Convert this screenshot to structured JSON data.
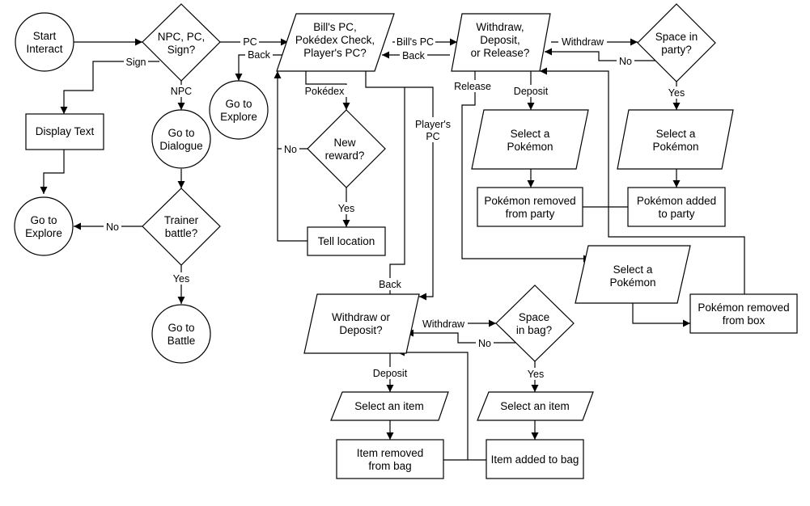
{
  "nodes": {
    "start": {
      "lines": [
        "Start",
        "Interact"
      ]
    },
    "npc_pc_sign": {
      "lines": [
        "NPC, PC,",
        "Sign?"
      ]
    },
    "go_explore_1": {
      "lines": [
        "Go to",
        "Explore"
      ]
    },
    "display_text": {
      "lines": [
        "Display Text"
      ]
    },
    "go_explore_2": {
      "lines": [
        "Go to",
        "Explore"
      ]
    },
    "go_dialogue": {
      "lines": [
        "Go to",
        "Dialogue"
      ]
    },
    "trainer_battle": {
      "lines": [
        "Trainer",
        "battle?"
      ]
    },
    "go_battle": {
      "lines": [
        "Go to",
        "Battle"
      ]
    },
    "pc_choice": {
      "lines": [
        "Bill's PC,",
        "Pokédex Check,",
        "Player's PC?"
      ]
    },
    "new_reward": {
      "lines": [
        "New",
        "reward?"
      ]
    },
    "tell_location": {
      "lines": [
        "Tell location"
      ]
    },
    "wdr": {
      "lines": [
        "Withdraw,",
        "Deposit,",
        "or Release?"
      ]
    },
    "space_party": {
      "lines": [
        "Space in",
        "party?"
      ]
    },
    "select_pokemon_deposit": {
      "lines": [
        "Select a",
        "Pokémon"
      ]
    },
    "pokemon_removed_party": {
      "lines": [
        "Pokémon removed",
        "from party"
      ]
    },
    "select_pokemon_withdraw": {
      "lines": [
        "Select a",
        "Pokémon"
      ]
    },
    "pokemon_added_party": {
      "lines": [
        "Pokémon added",
        "to party"
      ]
    },
    "select_pokemon_release": {
      "lines": [
        "Select a",
        "Pokémon"
      ]
    },
    "pokemon_removed_box": {
      "lines": [
        "Pokémon removed",
        "from box"
      ]
    },
    "withdraw_deposit": {
      "lines": [
        "Withdraw or",
        "Deposit?"
      ]
    },
    "space_bag": {
      "lines": [
        "Space",
        "in bag?"
      ]
    },
    "select_item_deposit": {
      "lines": [
        "Select an item"
      ]
    },
    "item_removed_bag": {
      "lines": [
        "Item removed",
        "from bag"
      ]
    },
    "select_item_withdraw": {
      "lines": [
        "Select an item"
      ]
    },
    "item_added_bag": {
      "lines": [
        "Item added to bag"
      ]
    }
  },
  "edge_labels": {
    "pc": "PC",
    "sign": "Sign",
    "npc": "NPC",
    "back_to_explore": "Back",
    "no_trainer": "No",
    "yes_trainer": "Yes",
    "bills_pc": "Bill's PC",
    "back_from_wdr": "Back",
    "pokedex": "Pokédex",
    "no_reward": "No",
    "yes_reward": "Yes",
    "players_pc": [
      "Player's",
      "PC"
    ],
    "withdraw_party": "Withdraw",
    "no_party": "No",
    "yes_party": "Yes",
    "deposit_party": "Deposit",
    "release": "Release",
    "back_player_pc": "Back",
    "withdraw_bag": "Withdraw",
    "no_bag": "No",
    "yes_bag": "Yes",
    "deposit_bag": "Deposit"
  }
}
